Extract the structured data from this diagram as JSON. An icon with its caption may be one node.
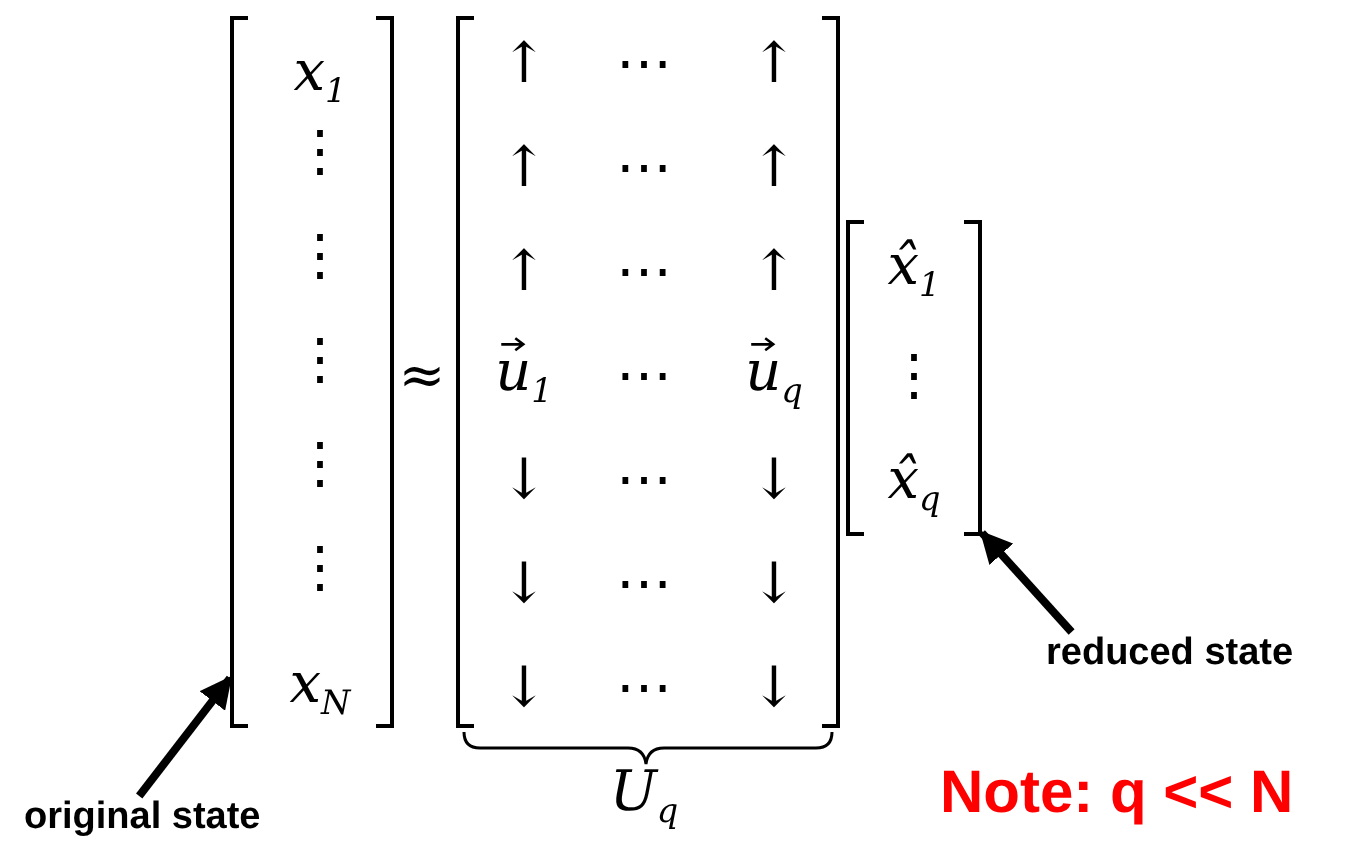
{
  "diagram": {
    "nodes": [
      {
        "text": [
          "x$_{1}$",
          "⋮",
          "⋮",
          "⋮",
          "⋮",
          "⋮",
          "x$_{N}$"
        ]
      },
      {
        "text": [
          "↑",
          "⋯",
          "↑",
          "↑",
          "⋯",
          "↑",
          "↑",
          "⋯",
          "↑",
          "u$_{1}$",
          "⋯",
          "u$_{q}$",
          "↓",
          "⋯",
          "↓",
          "↓",
          "⋯",
          "↓",
          "↓",
          "⋯",
          "↓"
        ],
        "beside": [
          "U$_{q}$"
        ]
      },
      {
        "text": [
          "x̂$_{1}$",
          "⋮",
          "x̂$_{q}$"
        ]
      },
      {
        "text": [
          "reduced state"
        ]
      },
      {
        "text": [
          "original state"
        ]
      }
    ],
    "edges": [
      {
        "from": 4,
        "to": 0,
        "arrow": "to"
      },
      {
        "from": 3,
        "to": 2,
        "arrow": "to"
      }
    ],
    "labels": [
      "≈",
      "Note: q << N"
    ]
  }
}
